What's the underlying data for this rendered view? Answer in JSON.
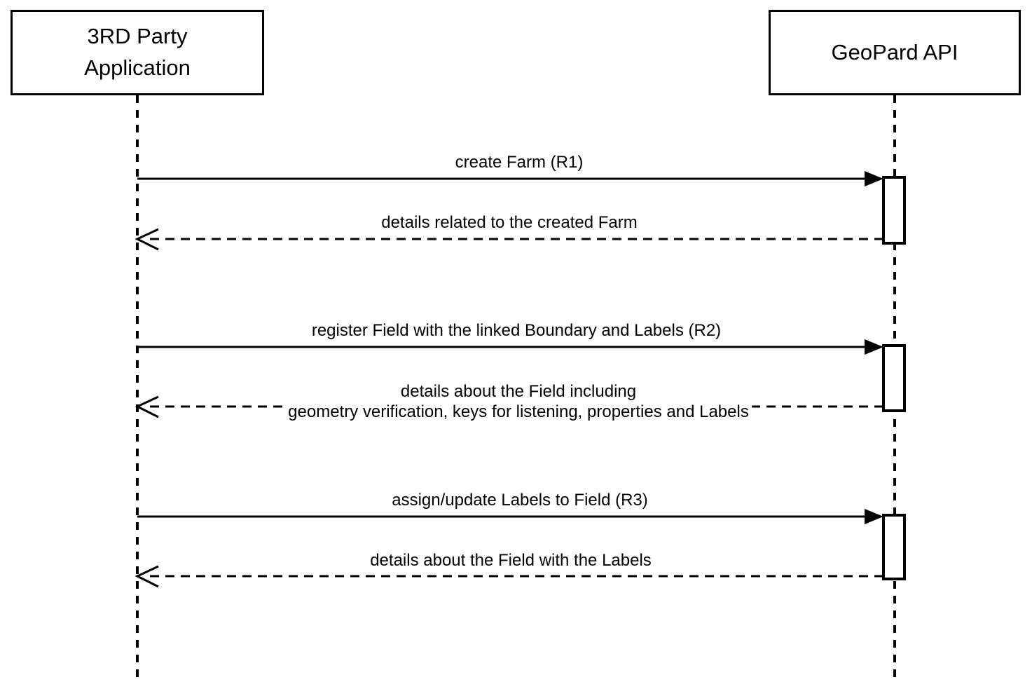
{
  "diagram": {
    "type": "uml-sequence-diagram",
    "colors": {
      "background": "#ffffff",
      "stroke": "#000000",
      "text": "#000000"
    },
    "actors": [
      {
        "id": "third-party-application",
        "label": "3RD Party\nApplication"
      },
      {
        "id": "geopard-api",
        "label": "GeoPard API"
      }
    ],
    "messages": [
      {
        "id": "r1-request",
        "from": "third-party-application",
        "to": "geopard-api",
        "style": "solid",
        "label": "create Farm (R1)"
      },
      {
        "id": "r1-response",
        "from": "geopard-api",
        "to": "third-party-application",
        "style": "dashed",
        "label": "details related to the created Farm"
      },
      {
        "id": "r2-request",
        "from": "third-party-application",
        "to": "geopard-api",
        "style": "solid",
        "label": "register Field with the linked Boundary and Labels (R2)"
      },
      {
        "id": "r2-response",
        "from": "geopard-api",
        "to": "third-party-application",
        "style": "dashed",
        "label": "details about the Field including\ngeometry verification, keys for listening, properties and Labels"
      },
      {
        "id": "r3-request",
        "from": "third-party-application",
        "to": "geopard-api",
        "style": "solid",
        "label": "assign/update Labels to Field (R3)"
      },
      {
        "id": "r3-response",
        "from": "geopard-api",
        "to": "third-party-application",
        "style": "dashed",
        "label": "details about the Field with the Labels"
      }
    ],
    "activations": [
      {
        "on": "geopard-api",
        "for": "R1"
      },
      {
        "on": "geopard-api",
        "for": "R2"
      },
      {
        "on": "geopard-api",
        "for": "R3"
      }
    ]
  }
}
